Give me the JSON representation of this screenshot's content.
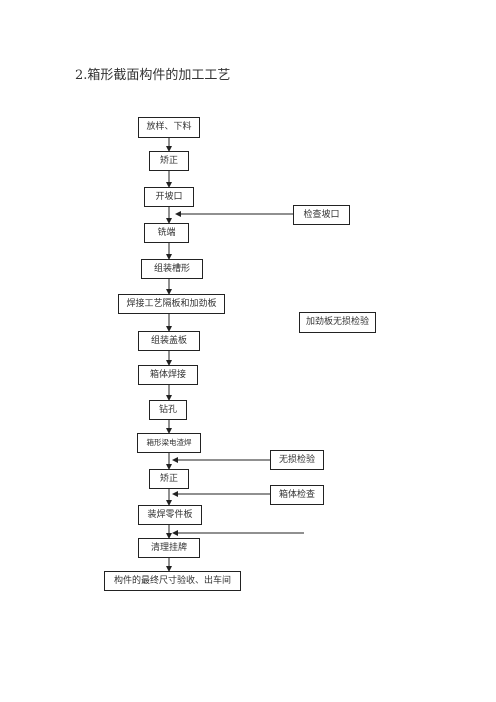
{
  "section_title": "2.箱形截面构件的加工工艺",
  "flow": {
    "steps": [
      "放样、下料",
      "矫正",
      "开坡口",
      "铣端",
      "组装槽形",
      "焊接工艺隔板和加劲板",
      "组装盖板",
      "箱体焊接",
      "钻孔",
      "箱形梁电渣焊",
      "矫正",
      "装焊零件板",
      "清理挂牌",
      "构件的最终尺寸验收、出车间"
    ],
    "inspections": [
      "检查坡口",
      "加劲板无损检验",
      "无损检验",
      "箱体检查"
    ]
  }
}
